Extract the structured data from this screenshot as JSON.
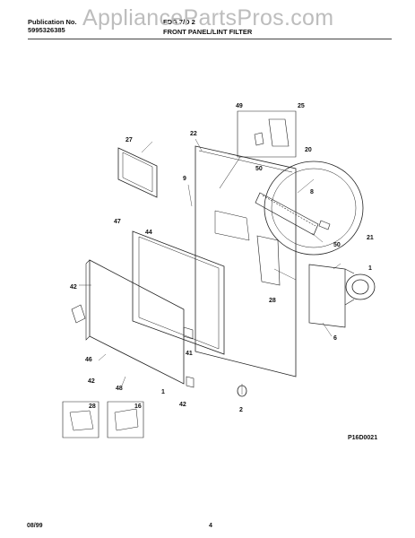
{
  "header": {
    "publication_label": "Publication No.",
    "publication_number": "5995326385",
    "model": "FDG 7/D 2",
    "section_title": "FRONT PANEL/LINT FILTER",
    "watermark": "AppliancePartsPros.com"
  },
  "callouts": [
    "49",
    "25",
    "22",
    "27",
    "20",
    "9",
    "50",
    "8",
    "47",
    "44",
    "50",
    "21",
    "1",
    "42",
    "28",
    "6",
    "46",
    "42",
    "48",
    "41",
    "1",
    "42",
    "2",
    "28",
    "16"
  ],
  "figure_code": "P16D0021",
  "footer": {
    "date": "08/99",
    "page": "4"
  }
}
